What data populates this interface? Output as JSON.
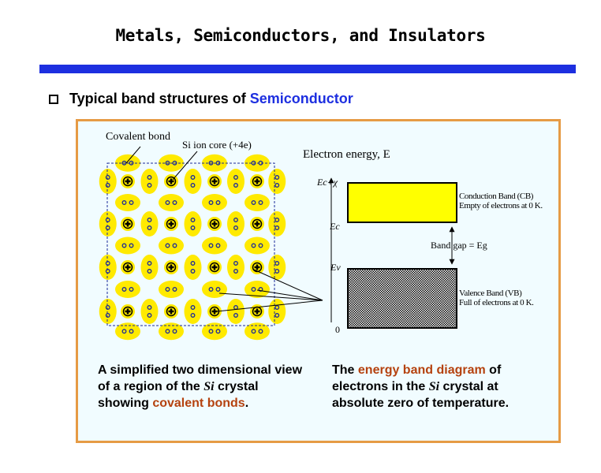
{
  "slide": {
    "title": "Metals, Semiconductors, and Insulators",
    "bullet": {
      "text": "Typical band structures of ",
      "highlight": "Semiconductor"
    }
  },
  "lattice": {
    "covalent_bond_label": "Covalent bond",
    "ion_core_label": "Si ion core (+4e)"
  },
  "band_diagram": {
    "energy_axis_label": "Electron energy, E",
    "ec_chi_label": "Ec+χ",
    "ec_label": "Ec",
    "ev_label": "Ev",
    "zero_label": "0",
    "band_gap_label": "Band gap = Eg",
    "conduction_band": {
      "name": "Conduction Band (CB)",
      "note": "Empty of electrons at 0 K."
    },
    "valence_band": {
      "name": "Valence Band (VB)",
      "note": "Full of electrons at 0 K."
    }
  },
  "captions": {
    "left": {
      "part1": "A simplified two dimensional view of a region of the ",
      "italic": "Si",
      "part2": " crystal showing ",
      "highlight": "covalent bonds",
      "part3": "."
    },
    "right": {
      "part1": "The ",
      "highlight": "energy band diagram",
      "part2": " of electrons in the ",
      "italic": "Si",
      "part3": " crystal at absolute zero of temperature."
    }
  },
  "colors": {
    "title_bar": "#1d2fe0",
    "panel_border": "#e69b45",
    "panel_fill": "#f1fcff",
    "bond_yellow": "#ffea00",
    "conduction_band_fill": "#ffff00",
    "caption_highlight": "#b5420f"
  }
}
